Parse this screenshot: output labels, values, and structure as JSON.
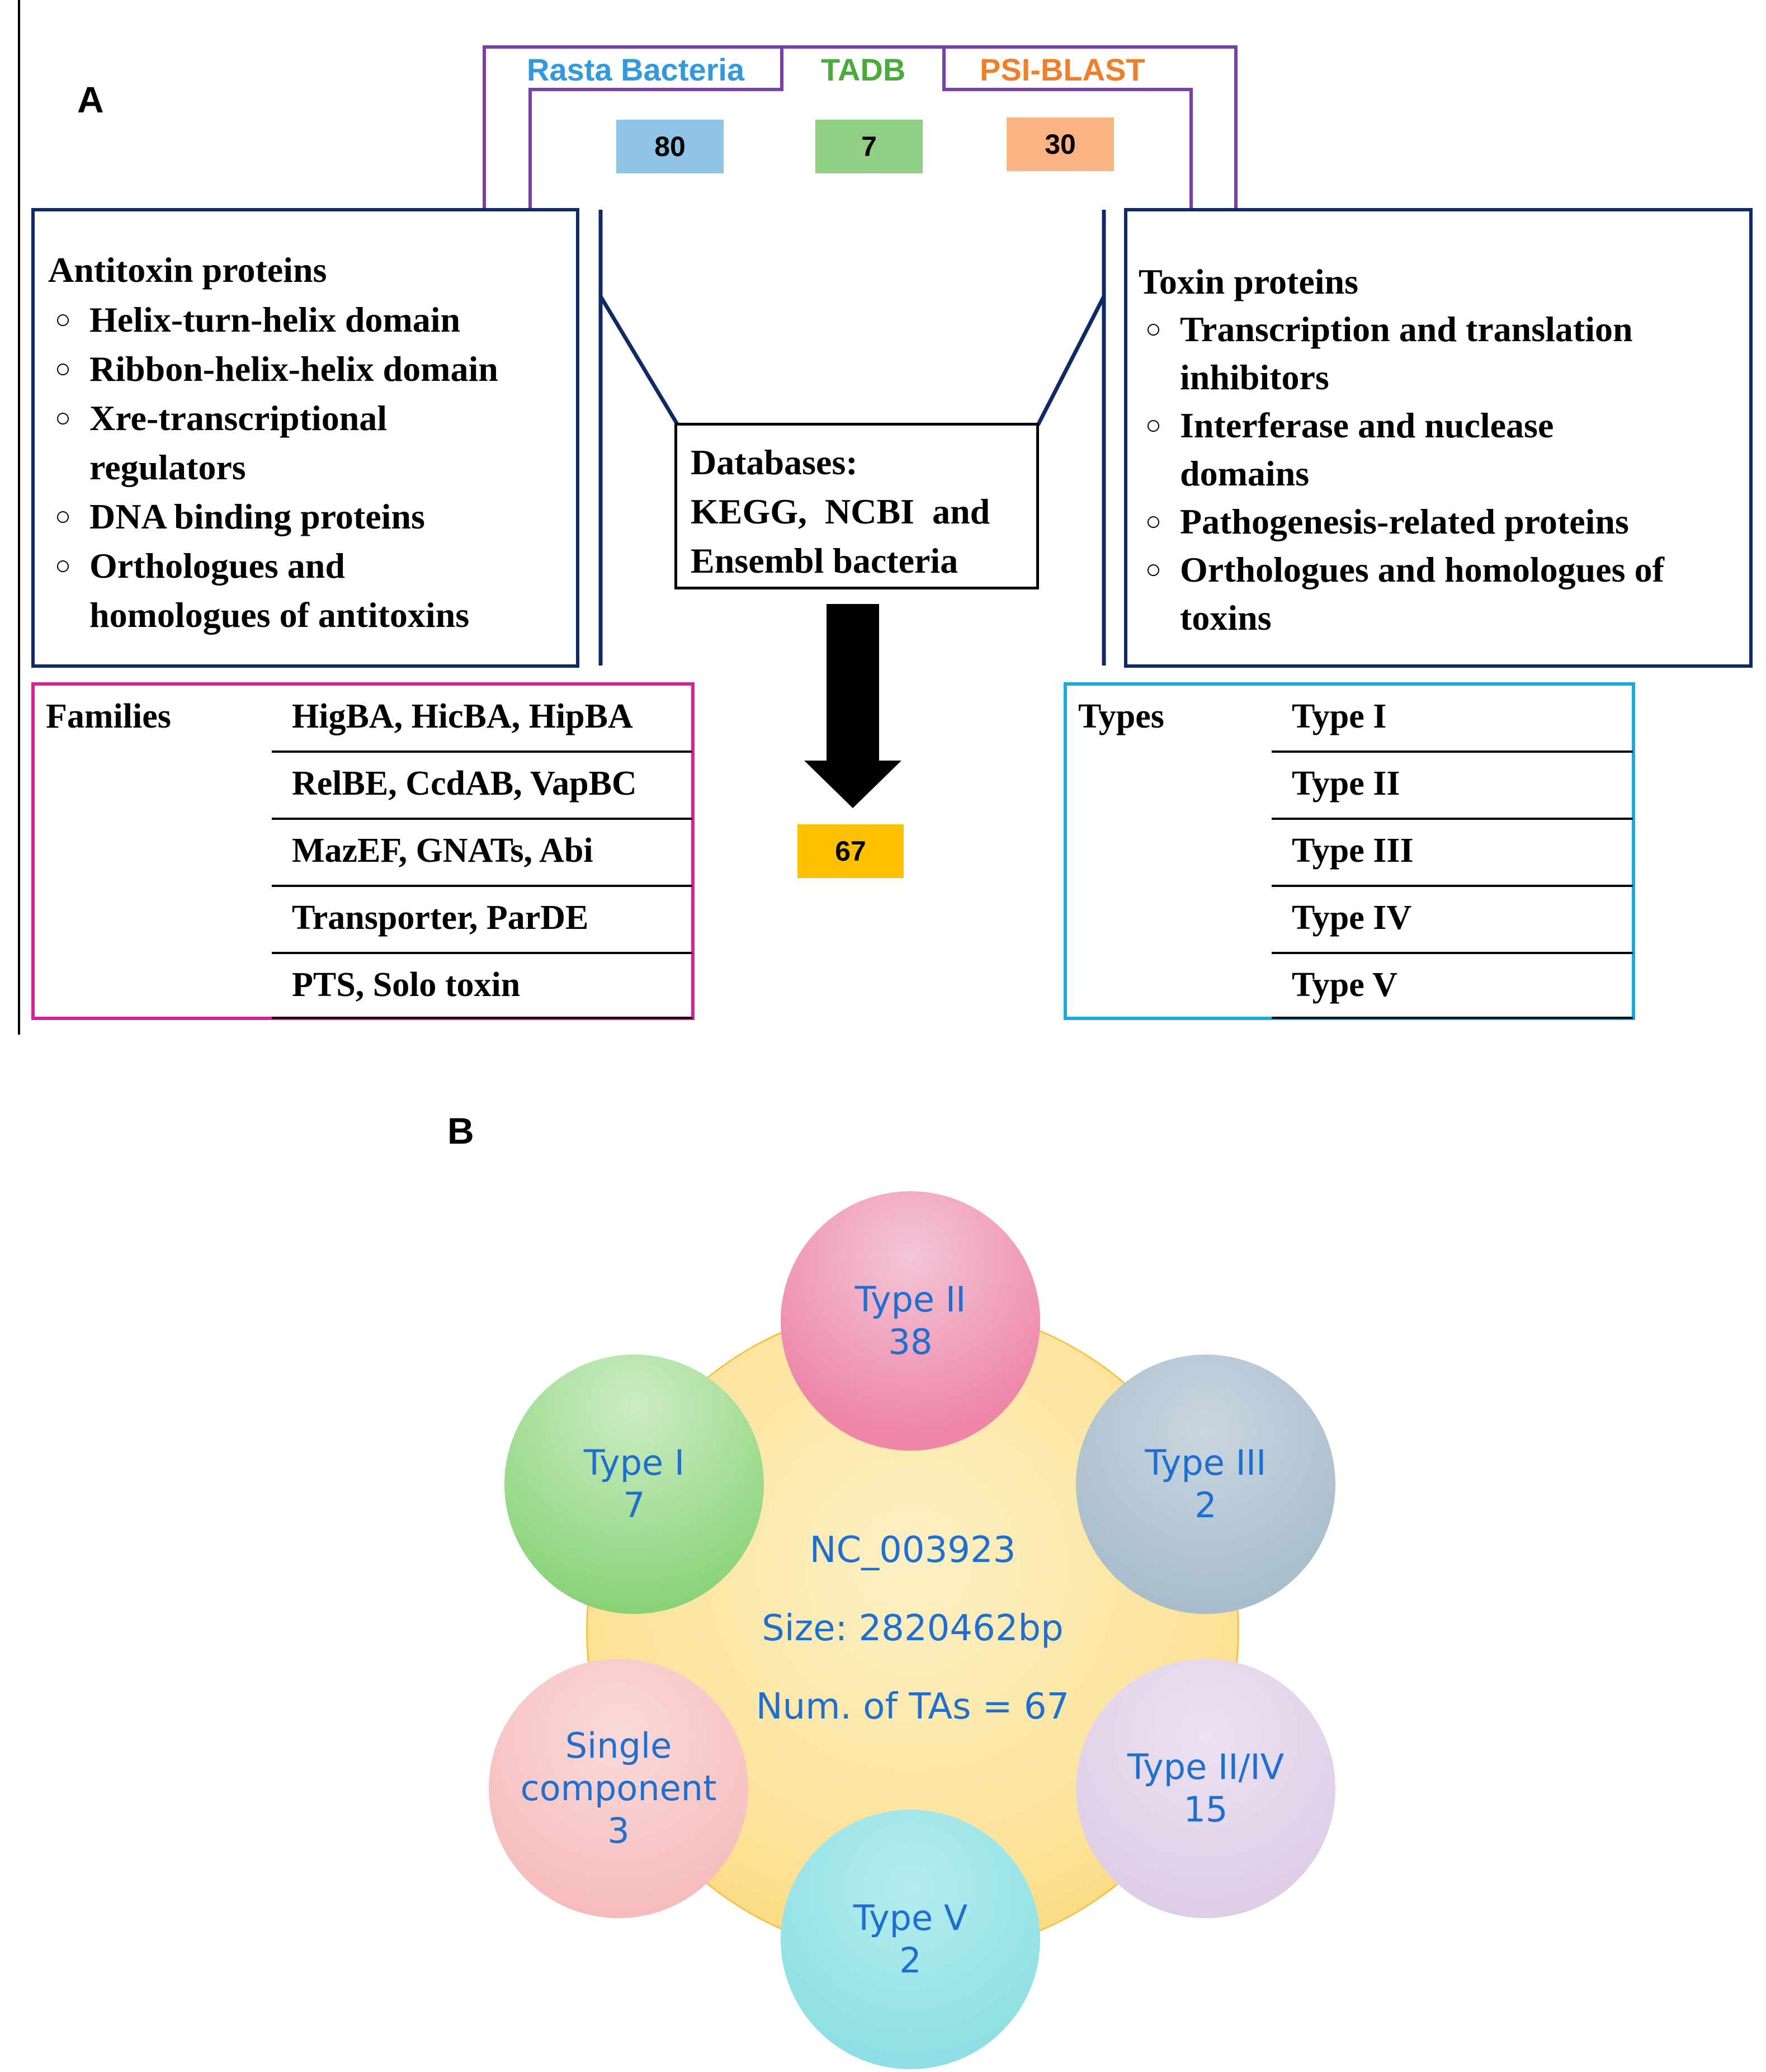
{
  "panel_a": {
    "letter": "A",
    "sources": [
      {
        "name": "Rasta Bacteria",
        "count": "80",
        "color": "#3399dd",
        "fill": "#8fc3e8"
      },
      {
        "name": "TADB",
        "count": "7",
        "color": "#4aab3a",
        "fill": "#90cf84"
      },
      {
        "name": "PSI-BLAST",
        "count": "30",
        "color": "#f07f2a",
        "fill": "#fbb383"
      }
    ],
    "antitoxin": {
      "title": "Antitoxin proteins",
      "items": [
        [
          "Helix-turn-helix  domain"
        ],
        [
          "Ribbon-helix-helix  domain"
        ],
        [
          "Xre-transcriptional",
          "regulators"
        ],
        [
          "DNA binding proteins"
        ],
        [
          "Orthologues  and",
          "homologues  of antitoxins"
        ]
      ]
    },
    "toxin": {
      "title": "Toxin proteins",
      "items": [
        [
          "Transcription and translation",
          "inhibitors"
        ],
        [
          "Interferase  and nuclease",
          "domains"
        ],
        [
          "Pathogenesis-related proteins"
        ],
        [
          "Orthologues and homologues of",
          "toxins"
        ]
      ]
    },
    "databases": {
      "lines": [
        "Databases:",
        "KEGG,  NCBI  and",
        "Ensembl bacteria"
      ]
    },
    "result_count": "67",
    "families": {
      "label": "Families",
      "rows": [
        "HigBA, HicBA, HipBA",
        "RelBE, CcdAB, VapBC",
        "MazEF, GNATs, Abi",
        "Transporter, ParDE",
        "PTS, Solo toxin"
      ]
    },
    "types": {
      "label": "Types",
      "rows": [
        "Type I",
        "Type II",
        "Type III",
        "Type IV",
        "Type V"
      ]
    },
    "colors": {
      "bracket": "#7b3fa8",
      "dark_blue": "#0f2a66",
      "families_border": "#d4249a",
      "types_border": "#1fa7e1",
      "result_fill": "#ffc000"
    }
  },
  "panel_b": {
    "letter": "B",
    "hub": {
      "accession": "NC_003923",
      "size": "Size: 2820462bp",
      "count": "Num. of TAs = 67"
    },
    "circles": [
      {
        "id": "type-ii",
        "lines": [
          "Type II",
          "38"
        ],
        "value": 38,
        "fill": "#ee86a8"
      },
      {
        "id": "type-iii",
        "lines": [
          "Type III",
          "2"
        ],
        "value": 2,
        "fill": "#b4c6d3"
      },
      {
        "id": "type-ii-iv",
        "lines": [
          "Type II/IV",
          "15"
        ],
        "value": 15,
        "fill": "#e2d4ea"
      },
      {
        "id": "type-v",
        "lines": [
          "Type V",
          "2"
        ],
        "value": 2,
        "fill": "#96e2e6"
      },
      {
        "id": "single-component",
        "lines": [
          "Single",
          "component",
          "3"
        ],
        "value": 3,
        "fill": "#f8c6c6"
      },
      {
        "id": "type-i",
        "lines": [
          "Type I",
          "7"
        ],
        "value": 7,
        "fill": "#8fd680"
      }
    ]
  }
}
